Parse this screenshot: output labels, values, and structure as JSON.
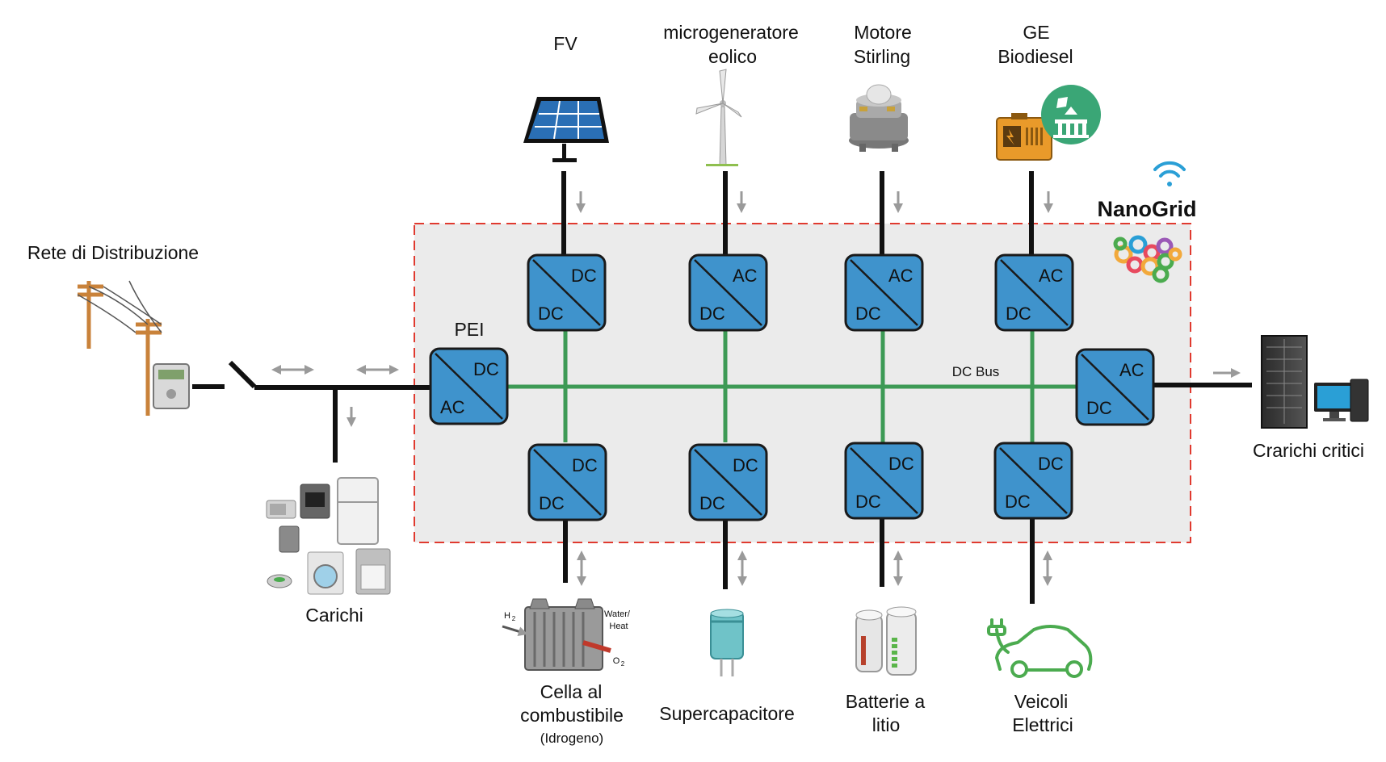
{
  "title": "NanoGrid",
  "bus_label": "DC Bus",
  "pei_label": "PEI",
  "grid": {
    "label": "Rete di Distribuzione"
  },
  "loads": {
    "label": "Carichi"
  },
  "critical_loads": {
    "label": "Crarichi critici"
  },
  "sources": [
    {
      "lines": [
        "FV"
      ],
      "conv_top": "DC",
      "conv_bottom": "DC"
    },
    {
      "lines": [
        "microgeneratore",
        "eolico"
      ],
      "conv_top": "AC",
      "conv_bottom": "DC"
    },
    {
      "lines": [
        "Motore",
        "Stirling"
      ],
      "conv_top": "AC",
      "conv_bottom": "DC"
    },
    {
      "lines": [
        "GE",
        "Biodiesel"
      ],
      "conv_top": "AC",
      "conv_bottom": "DC"
    }
  ],
  "storages": [
    {
      "lines": [
        "Cella al",
        "combustibile"
      ],
      "sub": "(Idrogeno)",
      "conv_top": "DC",
      "conv_bottom": "DC"
    },
    {
      "lines": [
        "Supercapacitore"
      ],
      "conv_top": "DC",
      "conv_bottom": "DC"
    },
    {
      "lines": [
        "Batterie a",
        "litio"
      ],
      "conv_top": "DC",
      "conv_bottom": "DC"
    },
    {
      "lines": [
        "Veicoli",
        "Elettrici"
      ],
      "conv_top": "DC",
      "conv_bottom": "DC"
    }
  ],
  "pei_converter": {
    "top": "DC",
    "bottom": "AC"
  },
  "output_converter": {
    "top": "AC",
    "bottom": "DC"
  },
  "fuel_cell_labels": {
    "h2": "H",
    "h2_sub": "2",
    "o2": "O",
    "o2_sub": "2",
    "water": "Water/",
    "heat": "Heat"
  },
  "colors": {
    "converter_fill": "#3f93cc",
    "bus_green": "#3d9a55",
    "frame_red": "#e03a2f",
    "frame_fill": "#ebebeb",
    "ev_green": "#4bab4f",
    "badge_green": "#3aa676"
  },
  "icons": [
    "solar-panel-icon",
    "wind-turbine-icon",
    "stirling-engine-icon",
    "generator-icon",
    "fuel-cell-icon",
    "supercapacitor-icon",
    "battery-icon",
    "ev-car-icon",
    "power-pole-icon",
    "appliances-icon",
    "server-icon",
    "wifi-icon",
    "gears-icon"
  ]
}
